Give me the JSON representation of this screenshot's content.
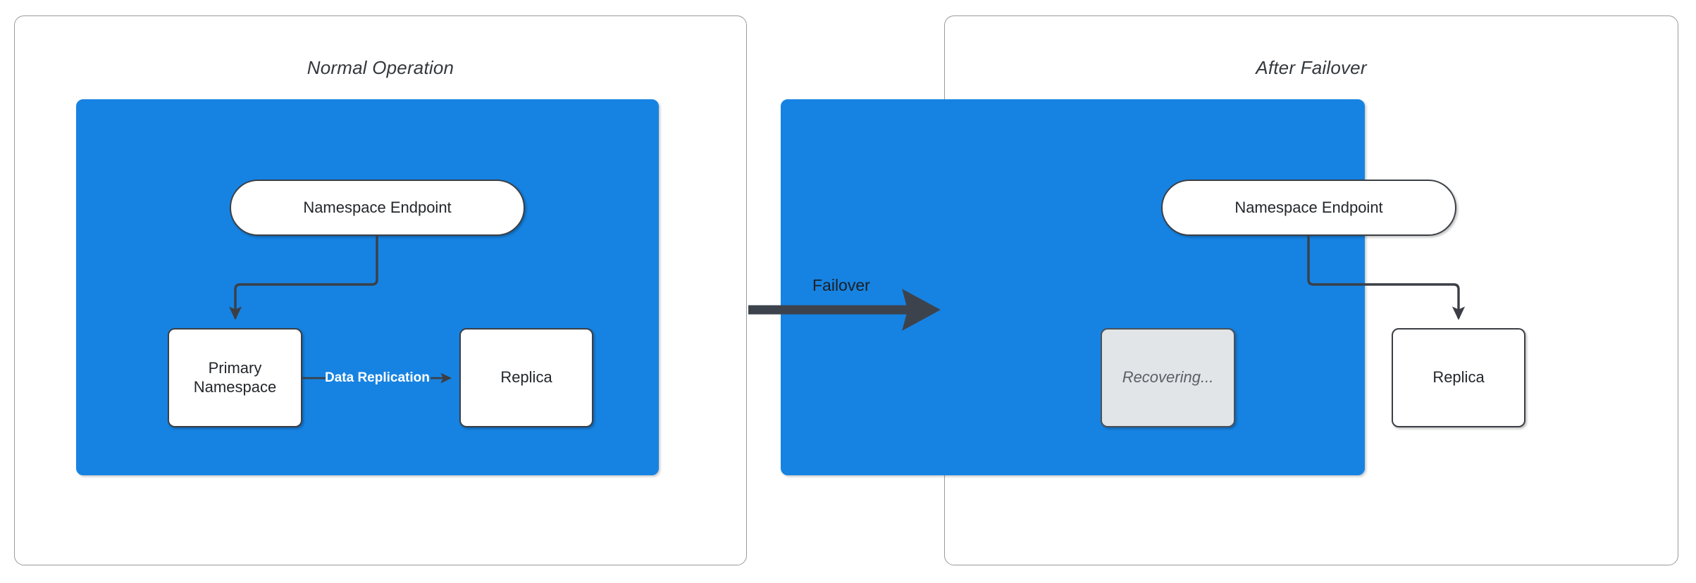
{
  "diagram": {
    "type": "failover-architecture",
    "background": "#ffffff",
    "accent_color": "#1683e2",
    "stroke_color": "#3b3f45",
    "ghost_color": "#e2e5e7"
  },
  "panels": [
    {
      "id": "normal-operation",
      "title": "Normal Operation",
      "cluster": {
        "color": "#1683e2",
        "nodes": [
          {
            "id": "endpoint",
            "label": "Namespace Endpoint",
            "shape": "pill",
            "state": "active"
          },
          {
            "id": "primary",
            "label": "Primary\nNamespace",
            "line1": "Primary",
            "line2": "Namespace",
            "shape": "rect",
            "state": "active"
          },
          {
            "id": "replica",
            "label": "Replica",
            "shape": "rect",
            "state": "active"
          }
        ],
        "edges": [
          {
            "from": "endpoint",
            "to": "primary",
            "label": "",
            "style": "orthogonal-arrow"
          },
          {
            "from": "primary",
            "to": "replica",
            "label": "Data Replication",
            "style": "straight-arrow",
            "label_color": "#ffffff"
          }
        ]
      }
    },
    {
      "id": "after-failover",
      "title": "After Failover",
      "cluster": {
        "color": "#1683e2",
        "nodes": [
          {
            "id": "endpoint2",
            "label": "Namespace Endpoint",
            "shape": "pill",
            "state": "active"
          },
          {
            "id": "recovering",
            "label": "Recovering...",
            "shape": "rect",
            "state": "disabled"
          },
          {
            "id": "replica2",
            "label": "Replica",
            "shape": "rect",
            "state": "active"
          }
        ],
        "edges": [
          {
            "from": "endpoint2",
            "to": "replica2",
            "label": "",
            "style": "orthogonal-arrow"
          }
        ]
      }
    }
  ],
  "transition": {
    "label": "Failover",
    "from_panel": "normal-operation",
    "to_panel": "after-failover",
    "style": "thick-arrow",
    "color": "#3d434d"
  }
}
